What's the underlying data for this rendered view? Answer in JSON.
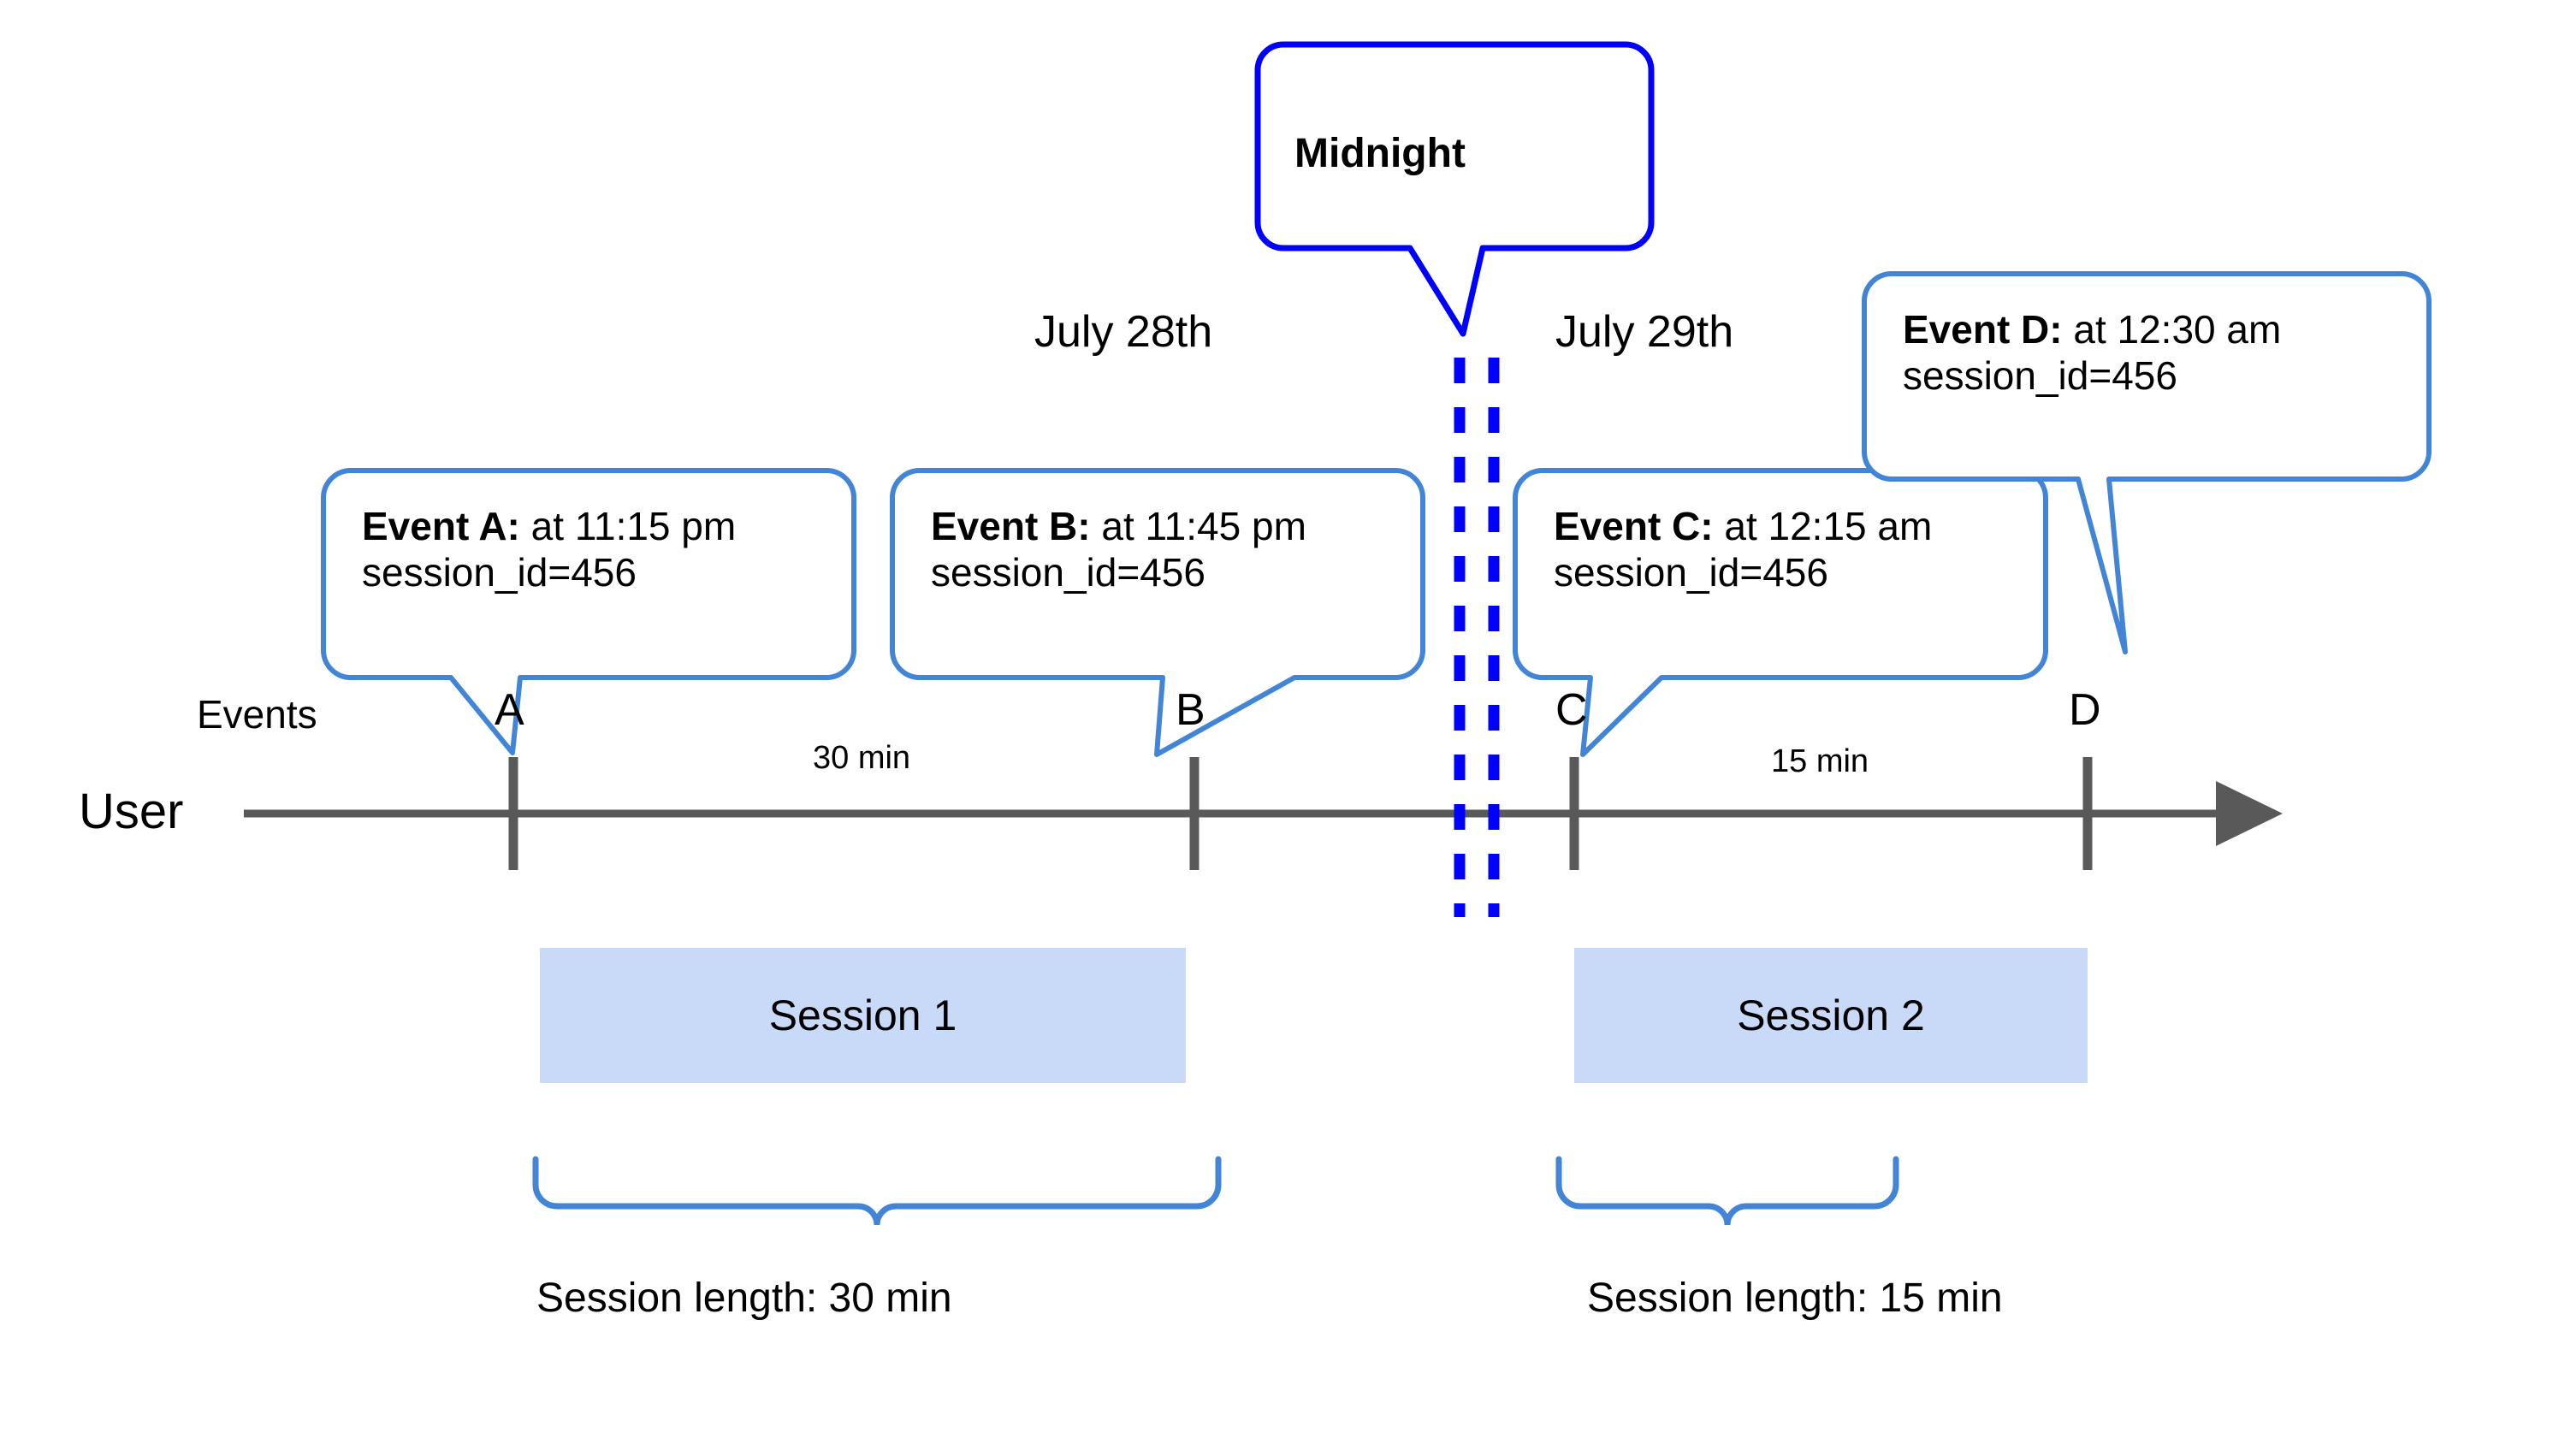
{
  "diagram": {
    "title_callout": {
      "label": "Midnight"
    },
    "dates": [
      {
        "label": "July 28th"
      },
      {
        "label": "July 29th"
      }
    ],
    "lane_labels": {
      "events": "Events",
      "user": "User"
    },
    "events": [
      {
        "tick": "A",
        "lead": "Event A:",
        "detail": " at 11:15 pm",
        "session_id_line": "session_id=456"
      },
      {
        "tick": "B",
        "lead": "Event B:",
        "detail": " at 11:45 pm",
        "session_id_line": "session_id=456"
      },
      {
        "tick": "C",
        "lead": "Event C:",
        "detail": " at 12:15 am",
        "session_id_line": "session_id=456"
      },
      {
        "tick": "D",
        "lead": "Event D:",
        "detail": " at 12:30 am",
        "session_id_line": "session_id=456"
      }
    ],
    "durations": [
      {
        "label": "30 min"
      },
      {
        "label": "15 min"
      }
    ],
    "sessions": [
      {
        "label": "Session 1",
        "length_label": "Session length: 30 min"
      },
      {
        "label": "Session 2",
        "length_label": "Session length: 15 min"
      }
    ],
    "colors": {
      "callout_border": "#4285d6",
      "midnight_border": "#0000ff",
      "midnight_dash": "#0000ff",
      "axis": "#595959",
      "session_fill": "#c9daf8",
      "brace": "#4285d6",
      "text": "#000000"
    }
  }
}
